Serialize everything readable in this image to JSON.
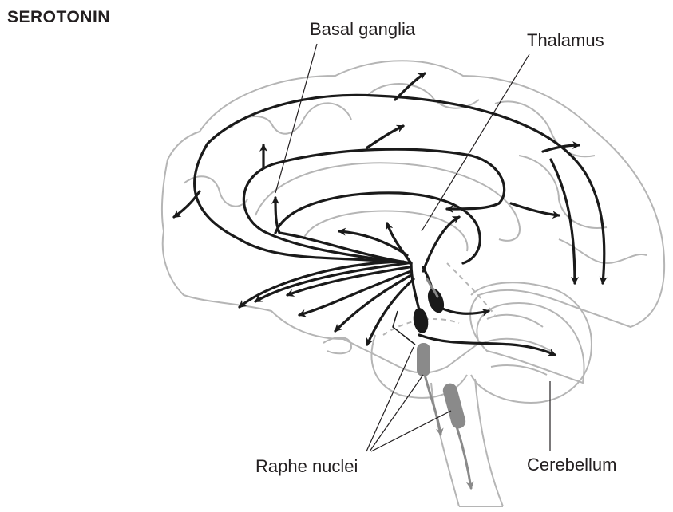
{
  "diagram": {
    "title": "SEROTONIN",
    "labels": {
      "basal_ganglia": "Basal ganglia",
      "thalamus": "Thalamus",
      "raphe_nuclei": "Raphe nuclei",
      "cerebellum": "Cerebellum"
    },
    "colors": {
      "outline": "#b5b5b5",
      "pathway": "#1a1a1a",
      "nucleus_upper": "#1a1a1a",
      "nucleus_lower": "#8a8a8a",
      "text": "#231f20"
    }
  }
}
